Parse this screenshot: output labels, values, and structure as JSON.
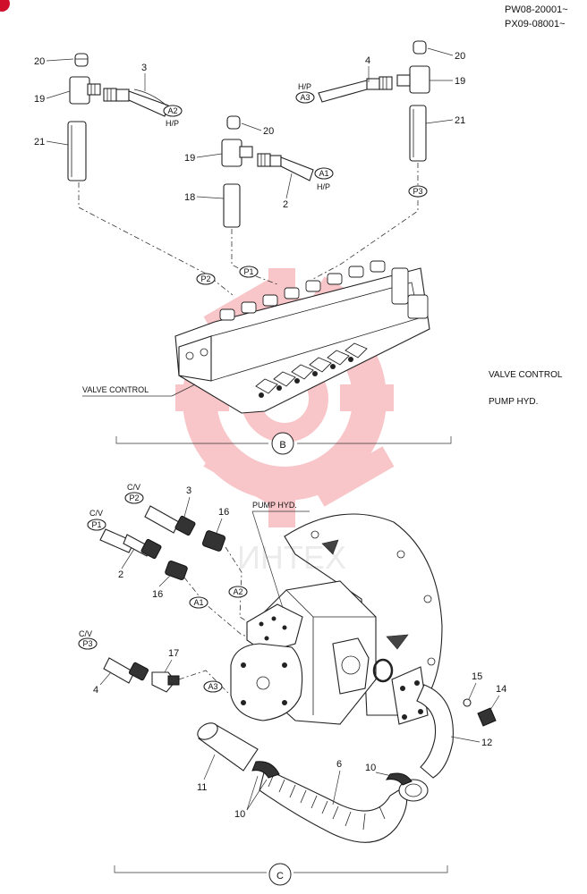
{
  "header": {
    "serial_1": "PW08-20001~",
    "serial_2": "PX09-08001~"
  },
  "side_labels": {
    "valve_control": "VALVE CONTROL",
    "pump_hyd": "PUMP HYD."
  },
  "section_b": {
    "marker": "B",
    "valve_label": "VALVE CONTROL",
    "parts": {
      "p20a": "20",
      "p19a": "19",
      "p21a": "21",
      "p3": "3",
      "p20b": "20",
      "p19b": "19",
      "p18": "18",
      "p2": "2",
      "p4": "4",
      "p20c": "20",
      "p19c": "19",
      "p21c": "21"
    },
    "codes": {
      "a2": "A2",
      "a1": "A1",
      "a3": "A3",
      "p1": "P1",
      "p2": "P2",
      "p3": "P3"
    },
    "hp_1": "H/P",
    "hp_2": "H/P",
    "hp_3": "H/P"
  },
  "section_c": {
    "marker": "C",
    "pump_label": "PUMP HYD.",
    "watermark": "ИНТЕХ",
    "parts": {
      "p3": "3",
      "p16a": "16",
      "p2": "2",
      "p16b": "16",
      "p17": "17",
      "p4": "4",
      "p15": "15",
      "p14": "14",
      "p12": "12",
      "p6": "6",
      "p10a": "10",
      "p11": "11",
      "p10b": "10"
    },
    "cv_1": "C/V",
    "cv_2": "C/V",
    "cv_3": "C/V",
    "codes": {
      "p2": "P2",
      "p1": "P1",
      "p3": "P3",
      "a1": "A1",
      "a2": "A2",
      "a3": "A3"
    }
  }
}
